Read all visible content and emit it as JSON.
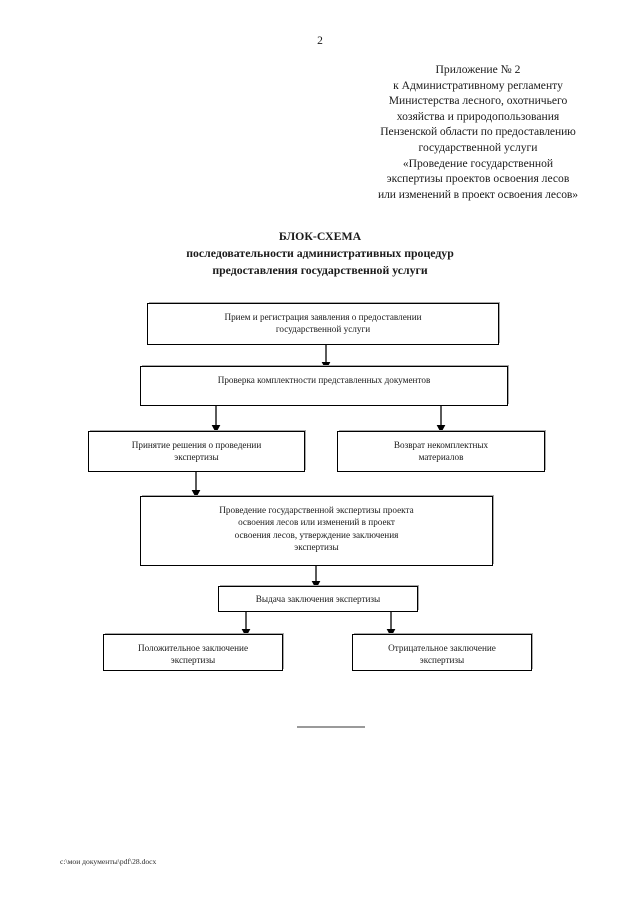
{
  "page": {
    "number": "2",
    "footer_path": "c:\\мои документы\\pdf\\28.docx"
  },
  "header": {
    "lines": [
      "Приложение № 2",
      "к Административному регламенту",
      "Министерства лесного, охотничьего",
      "хозяйства и природопользования",
      "Пензенской области по предоставлению",
      "государственной услуги",
      "«Проведение государственной",
      "экспертизы проектов освоения лесов",
      "или изменений в проект освоения лесов»"
    ]
  },
  "title": {
    "line1": "БЛОК-СХЕМА",
    "line2": "последовательности административных процедур",
    "line3": "предоставления государственной услуги"
  },
  "flowchart": {
    "type": "flowchart",
    "nodes": [
      {
        "id": "intake",
        "lines": [
          "Прием и регистрация заявления о предоставлении",
          "государственной услуги"
        ]
      },
      {
        "id": "completeness-check",
        "lines": [
          "Проверка комплектности представленных документов"
        ]
      },
      {
        "id": "decision-expertise",
        "lines": [
          "Принятие решения о проведении",
          "экспертизы"
        ]
      },
      {
        "id": "return-incomplete",
        "lines": [
          "Возврат некомплектных",
          "материалов"
        ]
      },
      {
        "id": "conduct-expertise",
        "lines": [
          "Проведение государственной экспертизы проекта",
          "освоения лесов или изменений в проект",
          "освоения лесов, утверждение заключения",
          "экспертизы"
        ]
      },
      {
        "id": "issue-conclusion",
        "lines": [
          "Выдача заключения экспертизы"
        ]
      },
      {
        "id": "positive-conclusion",
        "lines": [
          "Положительное  заключение",
          "экспертизы"
        ]
      },
      {
        "id": "negative-conclusion",
        "lines": [
          "Отрицательное заключение",
          "экспертизы"
        ]
      }
    ]
  }
}
